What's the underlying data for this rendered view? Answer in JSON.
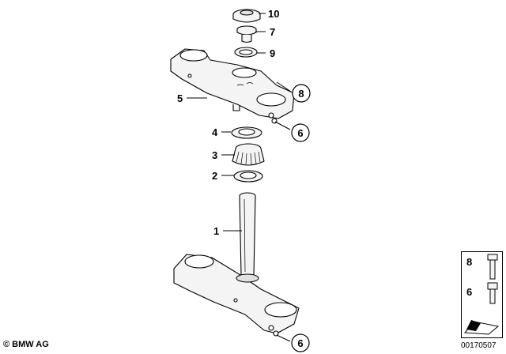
{
  "callouts": {
    "p10": "10",
    "p7": "7",
    "p9": "9",
    "p8": "8",
    "p5": "5",
    "p6_upper": "6",
    "p4": "4",
    "p3": "3",
    "p2": "2",
    "p1": "1",
    "p6_lower": "6"
  },
  "legend": {
    "item_8": "8",
    "item_6": "6"
  },
  "copyright": "© BMW AG",
  "image_number": "00170507"
}
